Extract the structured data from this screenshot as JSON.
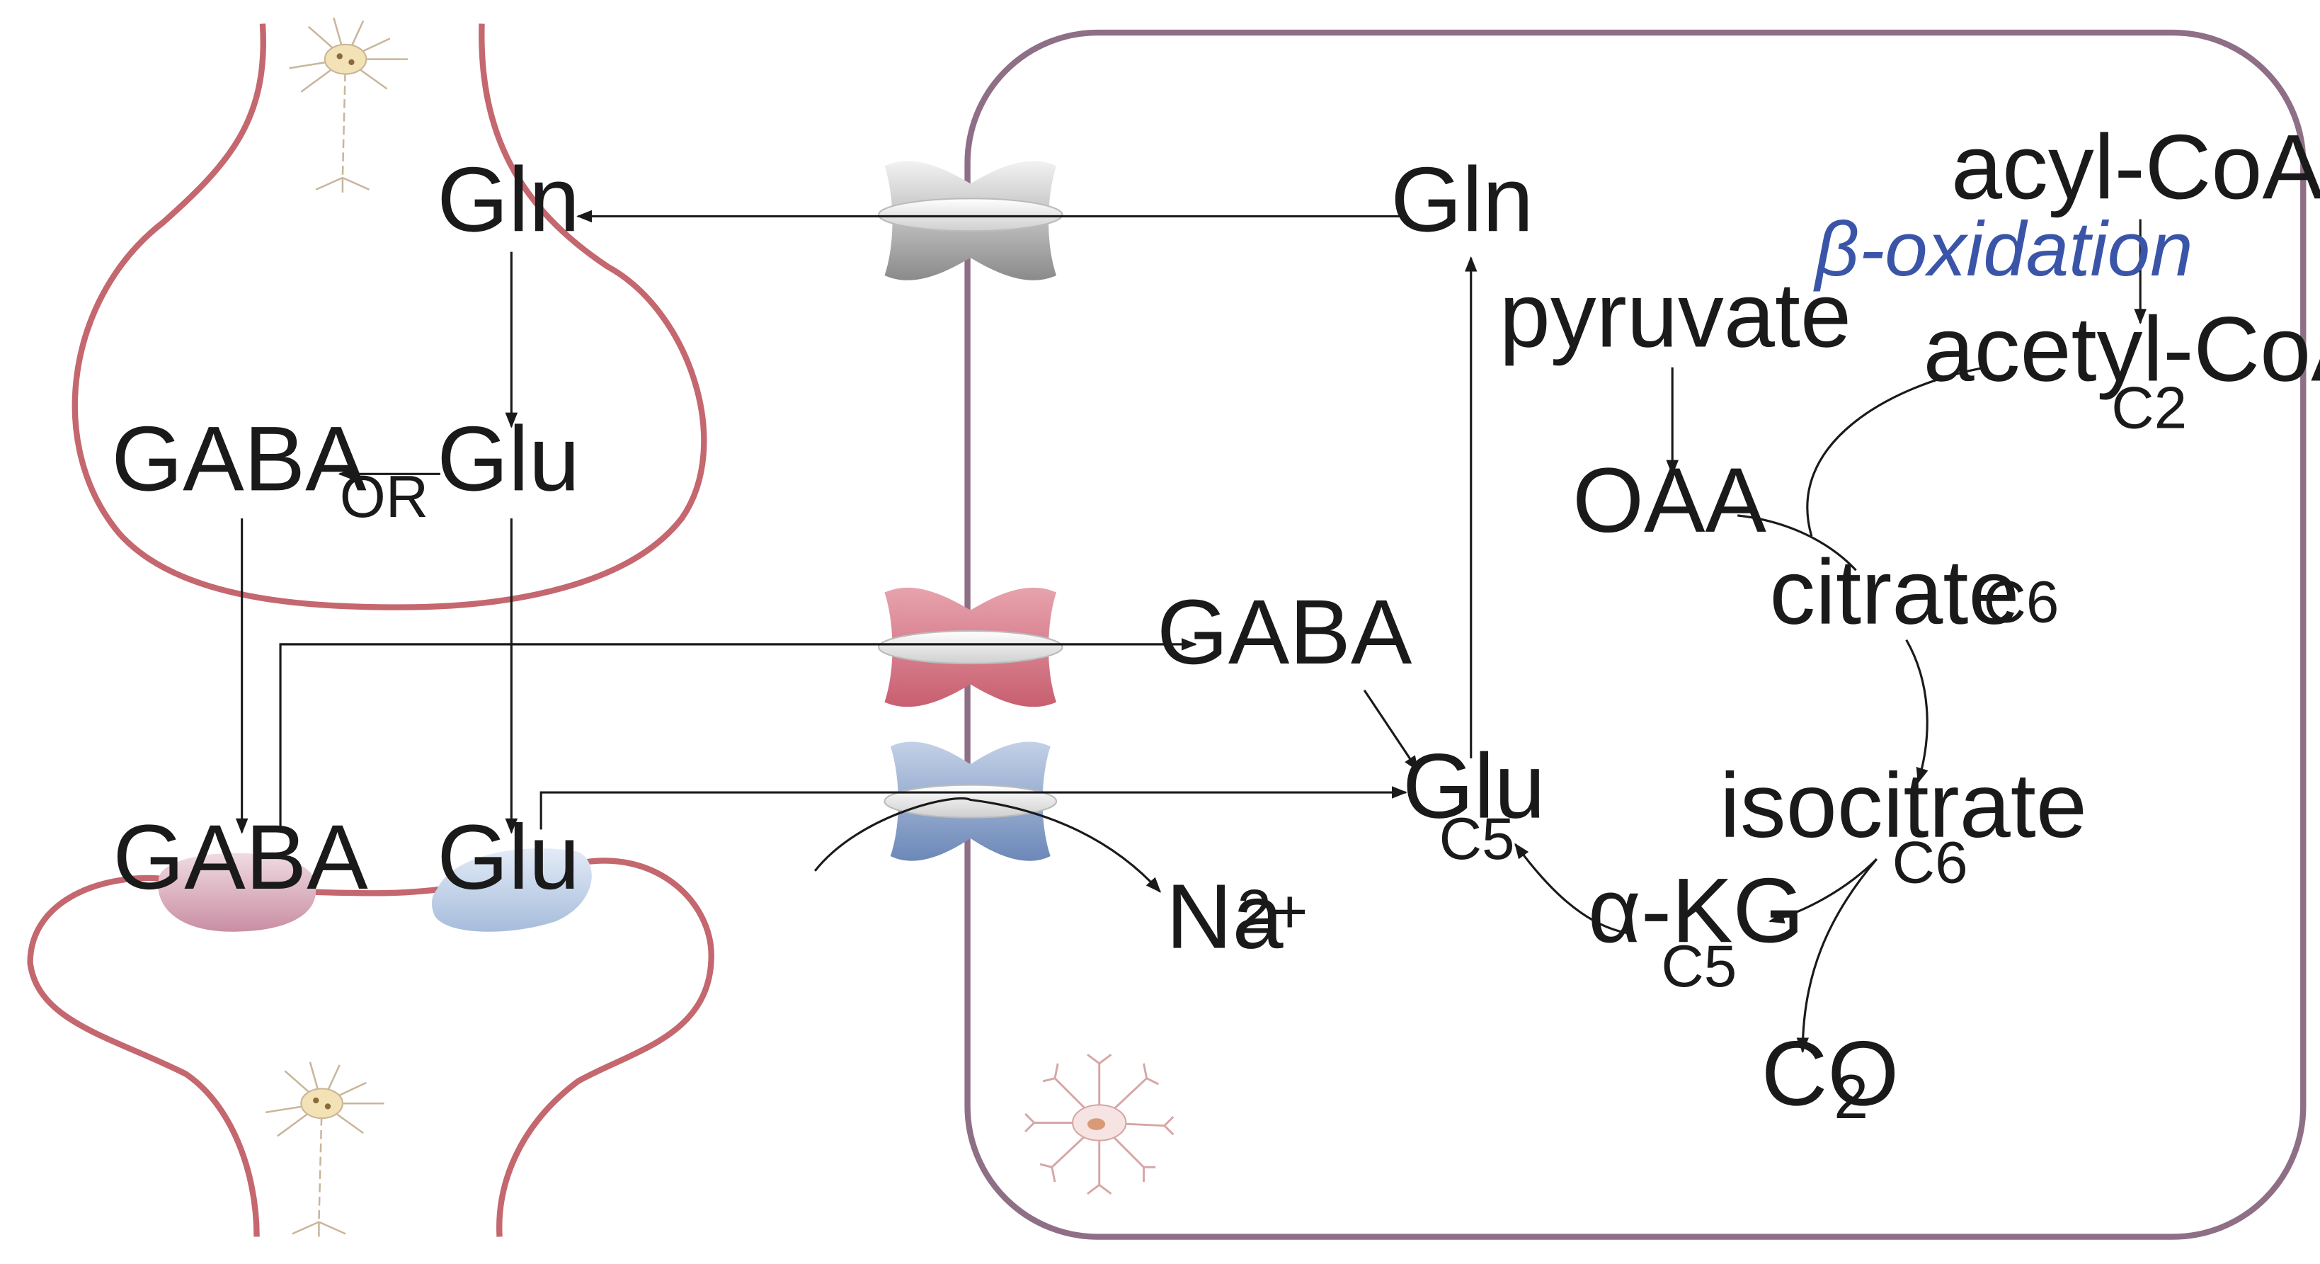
{
  "presynaptic": {
    "gln": "Gln",
    "glu": "Glu",
    "gaba": "GABA",
    "or": "OR"
  },
  "postsynaptic": {
    "gaba_receptor": "GABA",
    "glu_receptor": "Glu"
  },
  "transport": {
    "gaba": "GABA",
    "na": "Na",
    "na_charge": "2+"
  },
  "astrocyte": {
    "gln": "Gln",
    "glu": "Glu",
    "glu_c": "C5",
    "acyl_coa": "acyl-CoA",
    "beta_oxidation": "β-oxidation",
    "acetyl_coa": "acetyl-CoA",
    "acetyl_coa_c": "C2",
    "pyruvate": "pyruvate",
    "oaa": "OAA",
    "citrate": "citrate",
    "citrate_c": "C6",
    "isocitrate": "isocitrate",
    "isocitrate_c": "C6",
    "akg": "α-KG",
    "akg_c": "C5",
    "co2": "CO",
    "co2_sub": "2"
  },
  "colors": {
    "neuron_membrane": "#c4676e",
    "astrocyte_border": "#8e6f86",
    "beta_oxidation": "#3a55a8",
    "gray_transporter": "#b8b8b8",
    "red_transporter": "#d98c98",
    "blue_transporter": "#8aa3c8"
  },
  "icons": [
    "neuron-icon",
    "astrocyte-icon",
    "transporter-icon"
  ]
}
